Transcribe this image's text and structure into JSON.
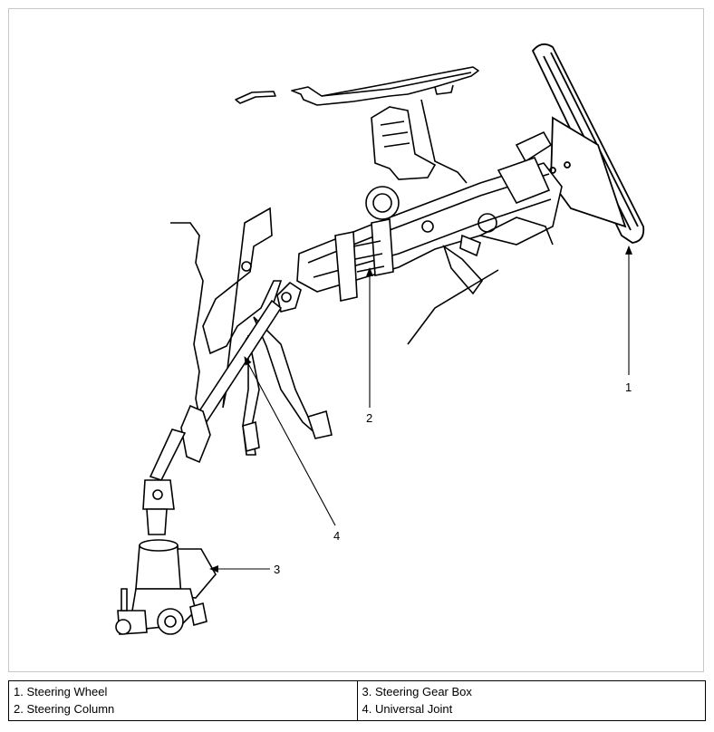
{
  "callouts": [
    "1",
    "2",
    "3",
    "4"
  ],
  "legend": {
    "left": [
      "1. Steering Wheel",
      "2. Steering Column"
    ],
    "right": [
      "3. Steering Gear Box",
      "4. Universal Joint"
    ]
  }
}
